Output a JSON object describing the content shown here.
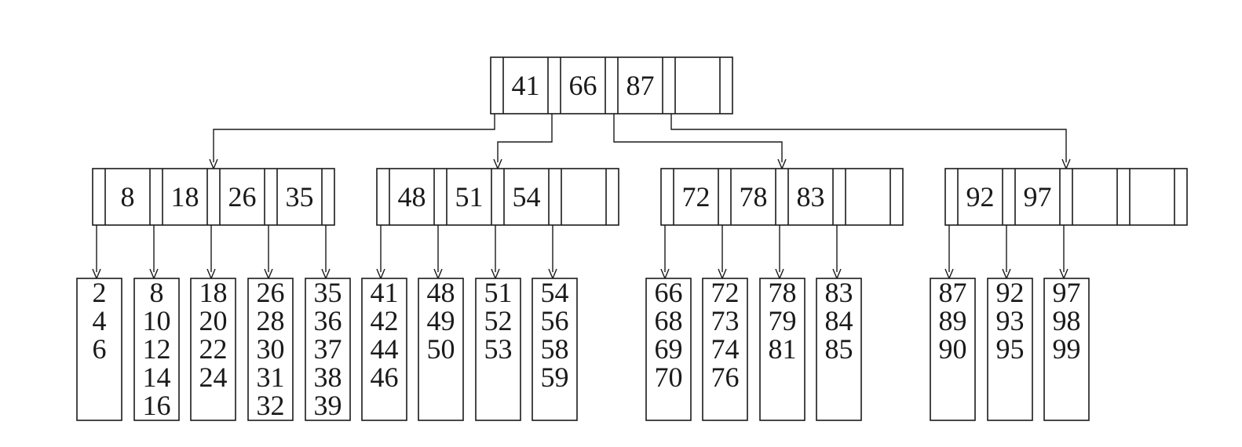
{
  "root": {
    "keys": [
      "41",
      "66",
      "87",
      ""
    ]
  },
  "internal": [
    {
      "keys": [
        "8",
        "18",
        "26",
        "35"
      ]
    },
    {
      "keys": [
        "48",
        "51",
        "54",
        ""
      ]
    },
    {
      "keys": [
        "72",
        "78",
        "83",
        ""
      ]
    },
    {
      "keys": [
        "92",
        "97",
        "",
        ""
      ]
    }
  ],
  "leaves": [
    {
      "group": 0,
      "values": [
        "2",
        "4",
        "6"
      ]
    },
    {
      "group": 0,
      "values": [
        "8",
        "10",
        "12",
        "14",
        "16"
      ]
    },
    {
      "group": 0,
      "values": [
        "18",
        "20",
        "22",
        "24"
      ]
    },
    {
      "group": 0,
      "values": [
        "26",
        "28",
        "30",
        "31",
        "32"
      ]
    },
    {
      "group": 0,
      "values": [
        "35",
        "36",
        "37",
        "38",
        "39"
      ]
    },
    {
      "group": 1,
      "values": [
        "41",
        "42",
        "44",
        "46"
      ]
    },
    {
      "group": 1,
      "values": [
        "48",
        "49",
        "50"
      ]
    },
    {
      "group": 1,
      "values": [
        "51",
        "52",
        "53"
      ]
    },
    {
      "group": 1,
      "values": [
        "54",
        "56",
        "58",
        "59"
      ]
    },
    {
      "group": 2,
      "values": [
        "66",
        "68",
        "69",
        "70"
      ]
    },
    {
      "group": 2,
      "values": [
        "72",
        "73",
        "74",
        "76"
      ]
    },
    {
      "group": 2,
      "values": [
        "78",
        "79",
        "81"
      ]
    },
    {
      "group": 2,
      "values": [
        "83",
        "84",
        "85"
      ]
    },
    {
      "group": 3,
      "values": [
        "87",
        "89",
        "90"
      ]
    },
    {
      "group": 3,
      "values": [
        "92",
        "93",
        "95"
      ]
    },
    {
      "group": 3,
      "values": [
        "97",
        "98",
        "99"
      ]
    }
  ],
  "colors": {
    "ink": "#1a1a1a",
    "background": "#ffffff"
  }
}
